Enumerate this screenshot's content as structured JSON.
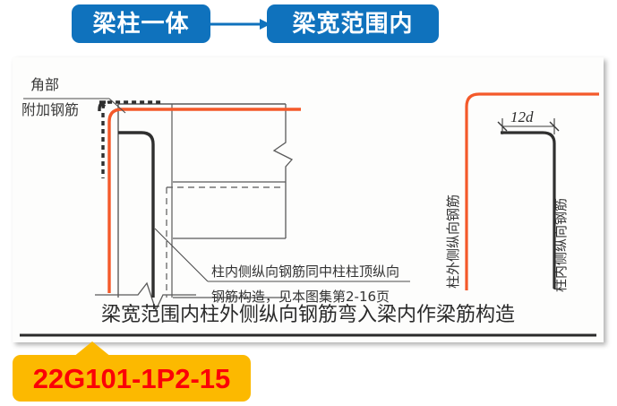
{
  "flow": {
    "from_label": "梁柱一体",
    "to_label": "梁宽范围内",
    "arrow_icon": "arrow-right-icon",
    "box_color": "#0f72bd",
    "text_color": "#ffffff"
  },
  "diagram": {
    "left_annotation_line1": "角部",
    "left_annotation_line2": "附加钢筋",
    "center_annotation_line1": "柱内侧纵向钢筋同中柱柱顶纵向",
    "center_annotation_line2": "钢筋构造，见本图集第2-16页",
    "dimension_label": "12d",
    "vertical_label_outer": "柱外侧纵向钢筋",
    "vertical_label_inner": "柱内侧纵向钢筋",
    "caption": "梁宽范围内柱外侧纵向钢筋弯入梁内作梁筋构造",
    "outer_bar_color": "#f4592a",
    "inner_bar_color": "#2f2f2f",
    "outline_color": "#5a5a5a"
  },
  "badge": {
    "code": "22G101-1P2-15",
    "background": "#fcb900",
    "text_color": "#fb0007"
  }
}
